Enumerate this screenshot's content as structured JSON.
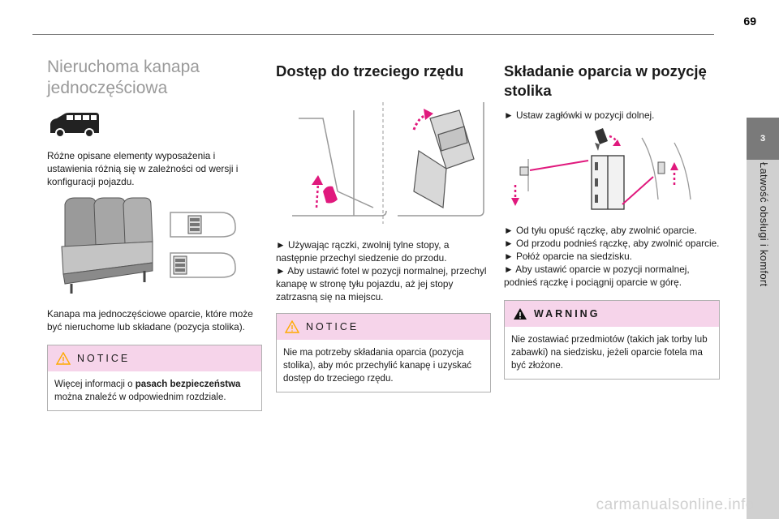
{
  "page": {
    "number": "69"
  },
  "side_tab": {
    "number": "3",
    "label": "Łatwość obsługi i komfort"
  },
  "col1": {
    "title": "Nieruchoma kanapa jednoczęściowa",
    "intro": "Różne opisane elementy wyposażenia i ustawienia różnią się w zależności od wersji i konfiguracji pojazdu.",
    "caption": "Kanapa ma jednoczęściowe oparcie, które może być nieruchome lub składane (pozycja stolika).",
    "notice": {
      "label": "NOTICE",
      "text_before": "Więcej informacji o ",
      "text_bold": "pasach bezpieczeństwa",
      "text_after": " można znaleźć w odpowiednim rozdziale."
    }
  },
  "col2": {
    "title": "Dostęp do trzeciego rzędu",
    "steps": [
      "► Używając rączki, zwolnij tylne stopy, a następnie przechyl siedzenie do przodu.",
      "► Aby ustawić fotel w pozycji normalnej, przechyl kanapę w stronę tyłu pojazdu, aż jej stopy zatrzasną się na miejscu."
    ],
    "notice": {
      "label": "NOTICE",
      "text": "Nie ma potrzeby składania oparcia (pozycja stolika), aby móc przechylić kanapę i uzyskać dostęp do trzeciego rzędu."
    }
  },
  "col3": {
    "title": "Składanie oparcia w pozycję stolika",
    "step0": "► Ustaw zagłówki w pozycji dolnej.",
    "steps": [
      "► Od tyłu opuść rączkę, aby zwolnić oparcie.",
      "► Od przodu podnieś rączkę, aby zwolnić oparcie.",
      "► Połóż oparcie na siedzisku.",
      "► Aby ustawić oparcie w pozycji normalnej, podnieś rączkę i pociągnij oparcie w górę."
    ],
    "warning": {
      "label": "WARNING",
      "text": "Nie zostawiać przedmiotów (takich jak torby lub zabawki) na siedzisku, jeżeli oparcie fotela ma być złożone."
    }
  },
  "watermark": "carmanualsonline.info"
}
